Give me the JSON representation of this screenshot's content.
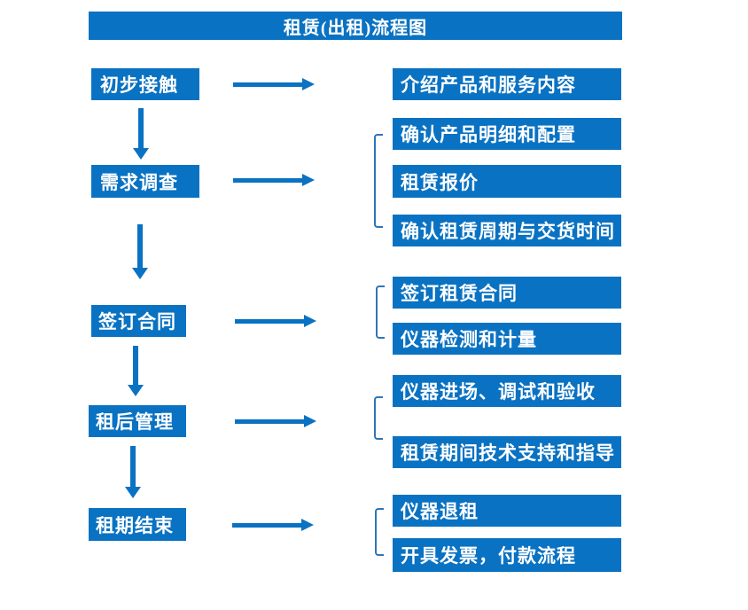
{
  "title": "租赁(出租)流程图",
  "colors": {
    "box_blue": "#0a72c2",
    "bracket_blue": "#2e75b6",
    "text_white": "#ffffff",
    "background": "#ffffff"
  },
  "rows": [
    {
      "step": "初步接触",
      "details": [
        "介绍产品和服务内容"
      ]
    },
    {
      "step": "需求调查",
      "details": [
        "确认产品明细和配置",
        "租赁报价",
        "确认租赁周期与交货时间"
      ]
    },
    {
      "step": "签订合同",
      "details": [
        "签订租赁合同",
        "仪器检测和计量"
      ]
    },
    {
      "step": "租后管理",
      "details": [
        "仪器进场、调试和验收",
        "租赁期间技术支持和指导"
      ]
    },
    {
      "step": "租期结束",
      "details": [
        "仪器退租",
        "开具发票，付款流程"
      ]
    }
  ]
}
